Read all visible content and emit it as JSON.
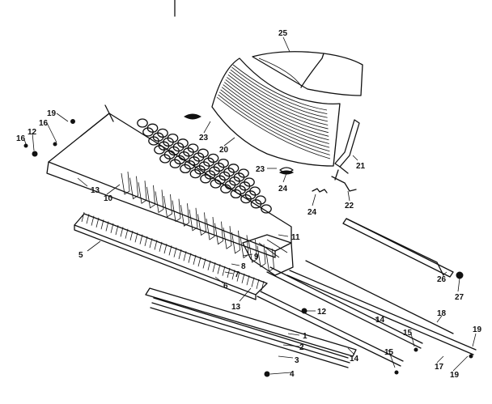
{
  "diagram": {
    "parts": [
      {
        "id": "p25",
        "label": "25"
      },
      {
        "id": "p23a",
        "label": "23"
      },
      {
        "id": "p20",
        "label": "20"
      },
      {
        "id": "p23b",
        "label": "23"
      },
      {
        "id": "p24a",
        "label": "24"
      },
      {
        "id": "p24b",
        "label": "24"
      },
      {
        "id": "p21",
        "label": "21"
      },
      {
        "id": "p22",
        "label": "22"
      },
      {
        "id": "p19a",
        "label": "19"
      },
      {
        "id": "p16a",
        "label": "16"
      },
      {
        "id": "p12a",
        "label": "12"
      },
      {
        "id": "p16b",
        "label": "16"
      },
      {
        "id": "p13a",
        "label": "13"
      },
      {
        "id": "p10",
        "label": "10"
      },
      {
        "id": "p5",
        "label": "5"
      },
      {
        "id": "p11",
        "label": "11"
      },
      {
        "id": "p9",
        "label": "9"
      },
      {
        "id": "p8",
        "label": "8"
      },
      {
        "id": "p7",
        "label": "7"
      },
      {
        "id": "p6",
        "label": "6"
      },
      {
        "id": "p13b",
        "label": "13"
      },
      {
        "id": "p12b",
        "label": "12"
      },
      {
        "id": "p26",
        "label": "26"
      },
      {
        "id": "p27",
        "label": "27"
      },
      {
        "id": "p18",
        "label": "18"
      },
      {
        "id": "p14a",
        "label": "14"
      },
      {
        "id": "p15a",
        "label": "15"
      },
      {
        "id": "p19b",
        "label": "19"
      },
      {
        "id": "p14b",
        "label": "14"
      },
      {
        "id": "p15b",
        "label": "15"
      },
      {
        "id": "p17",
        "label": "17"
      },
      {
        "id": "p19c",
        "label": "19"
      },
      {
        "id": "p1",
        "label": "1"
      },
      {
        "id": "p2",
        "label": "2"
      },
      {
        "id": "p3",
        "label": "3"
      },
      {
        "id": "p4",
        "label": "4"
      }
    ]
  }
}
